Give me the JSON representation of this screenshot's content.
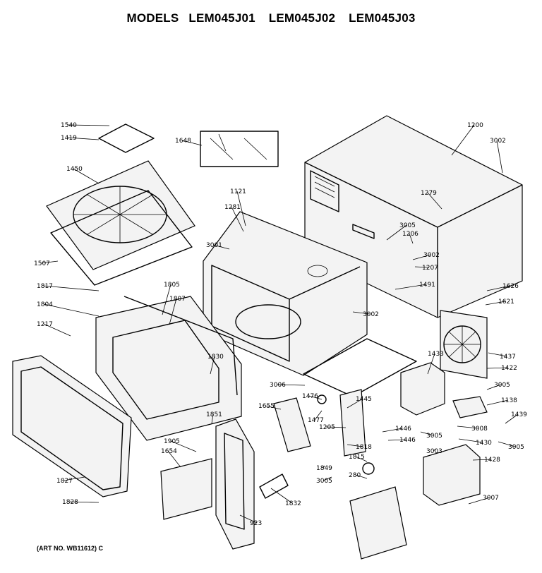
{
  "header": {
    "title_prefix": "MODELS",
    "models": [
      "LEM045J01",
      "LEM045J02",
      "LEM045J03"
    ]
  },
  "footer": {
    "art_no": "(ART NO. WB11612) C"
  },
  "part_labels": [
    "1540",
    "1419",
    "1648",
    "1200",
    "3002",
    "1450",
    "1121",
    "1281",
    "1279",
    "3005",
    "1206",
    "3002",
    "1207",
    "3001",
    "1507",
    "1491",
    "1626",
    "1621",
    "1817",
    "1805",
    "1807",
    "1804",
    "3002",
    "1217",
    "1433",
    "1437",
    "1422",
    "3005",
    "1830",
    "3006",
    "1476",
    "1445",
    "1138",
    "1655",
    "1851",
    "1439",
    "1477",
    "1205",
    "3008",
    "1446",
    "3005",
    "1446",
    "1430",
    "3005",
    "3003",
    "1905",
    "1818",
    "1654",
    "1815",
    "1849",
    "1827",
    "3005",
    "1428",
    "280",
    "1832",
    "1828",
    "923",
    "3007"
  ]
}
